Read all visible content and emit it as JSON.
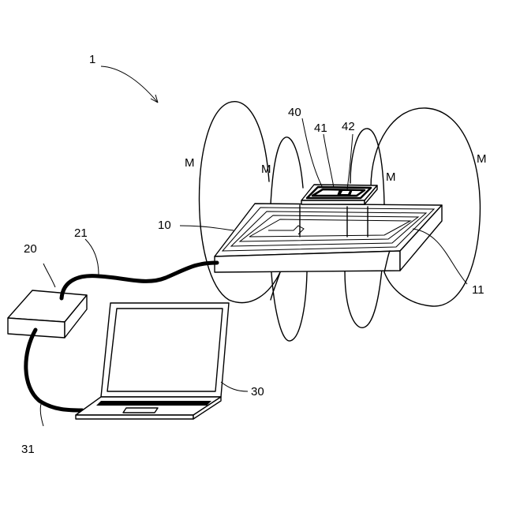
{
  "labels": {
    "system": "1",
    "field_1": "M",
    "field_2": "M",
    "field_3": "M",
    "field_4": "M",
    "transmitter_pad": "10",
    "transmitter_coil": "11",
    "power_unit": "20",
    "pad_cable": "21",
    "laptop": "30",
    "laptop_cable": "31",
    "receiver_tag": "40",
    "receiver_coil": "41",
    "receiver_chip": "42"
  }
}
